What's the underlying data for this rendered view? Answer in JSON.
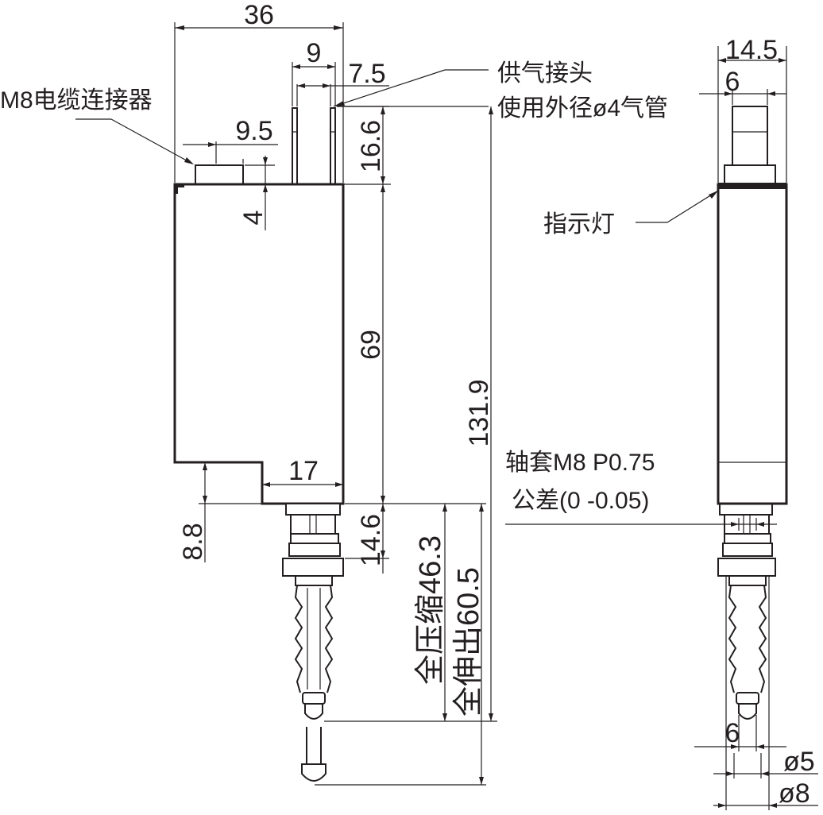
{
  "dimensions": {
    "width_36": "36",
    "width_9": "9",
    "width_7_5": "7.5",
    "width_9_5": "9.5",
    "height_16_6": "16.6",
    "height_4": "4",
    "height_69": "69",
    "height_131_9": "131.9",
    "width_17": "17",
    "height_8_8": "8.8",
    "height_14_6": "14.6",
    "stroke_46_3": "全压缩46.3",
    "stroke_60_5": "全伸出60.5",
    "side_14_5": "14.5",
    "side_6_top": "6",
    "side_6_bottom": "6",
    "dia_5": "ø5",
    "dia_8": "ø8"
  },
  "labels": {
    "m8_connector": "M8电缆连接器",
    "air_fitting_line1": "供气接头",
    "air_fitting_line2": "使用外径ø4气管",
    "indicator": "指示灯",
    "sleeve_line1": "轴套M8 P0.75",
    "sleeve_line2": "公差(0  -0.05)"
  }
}
